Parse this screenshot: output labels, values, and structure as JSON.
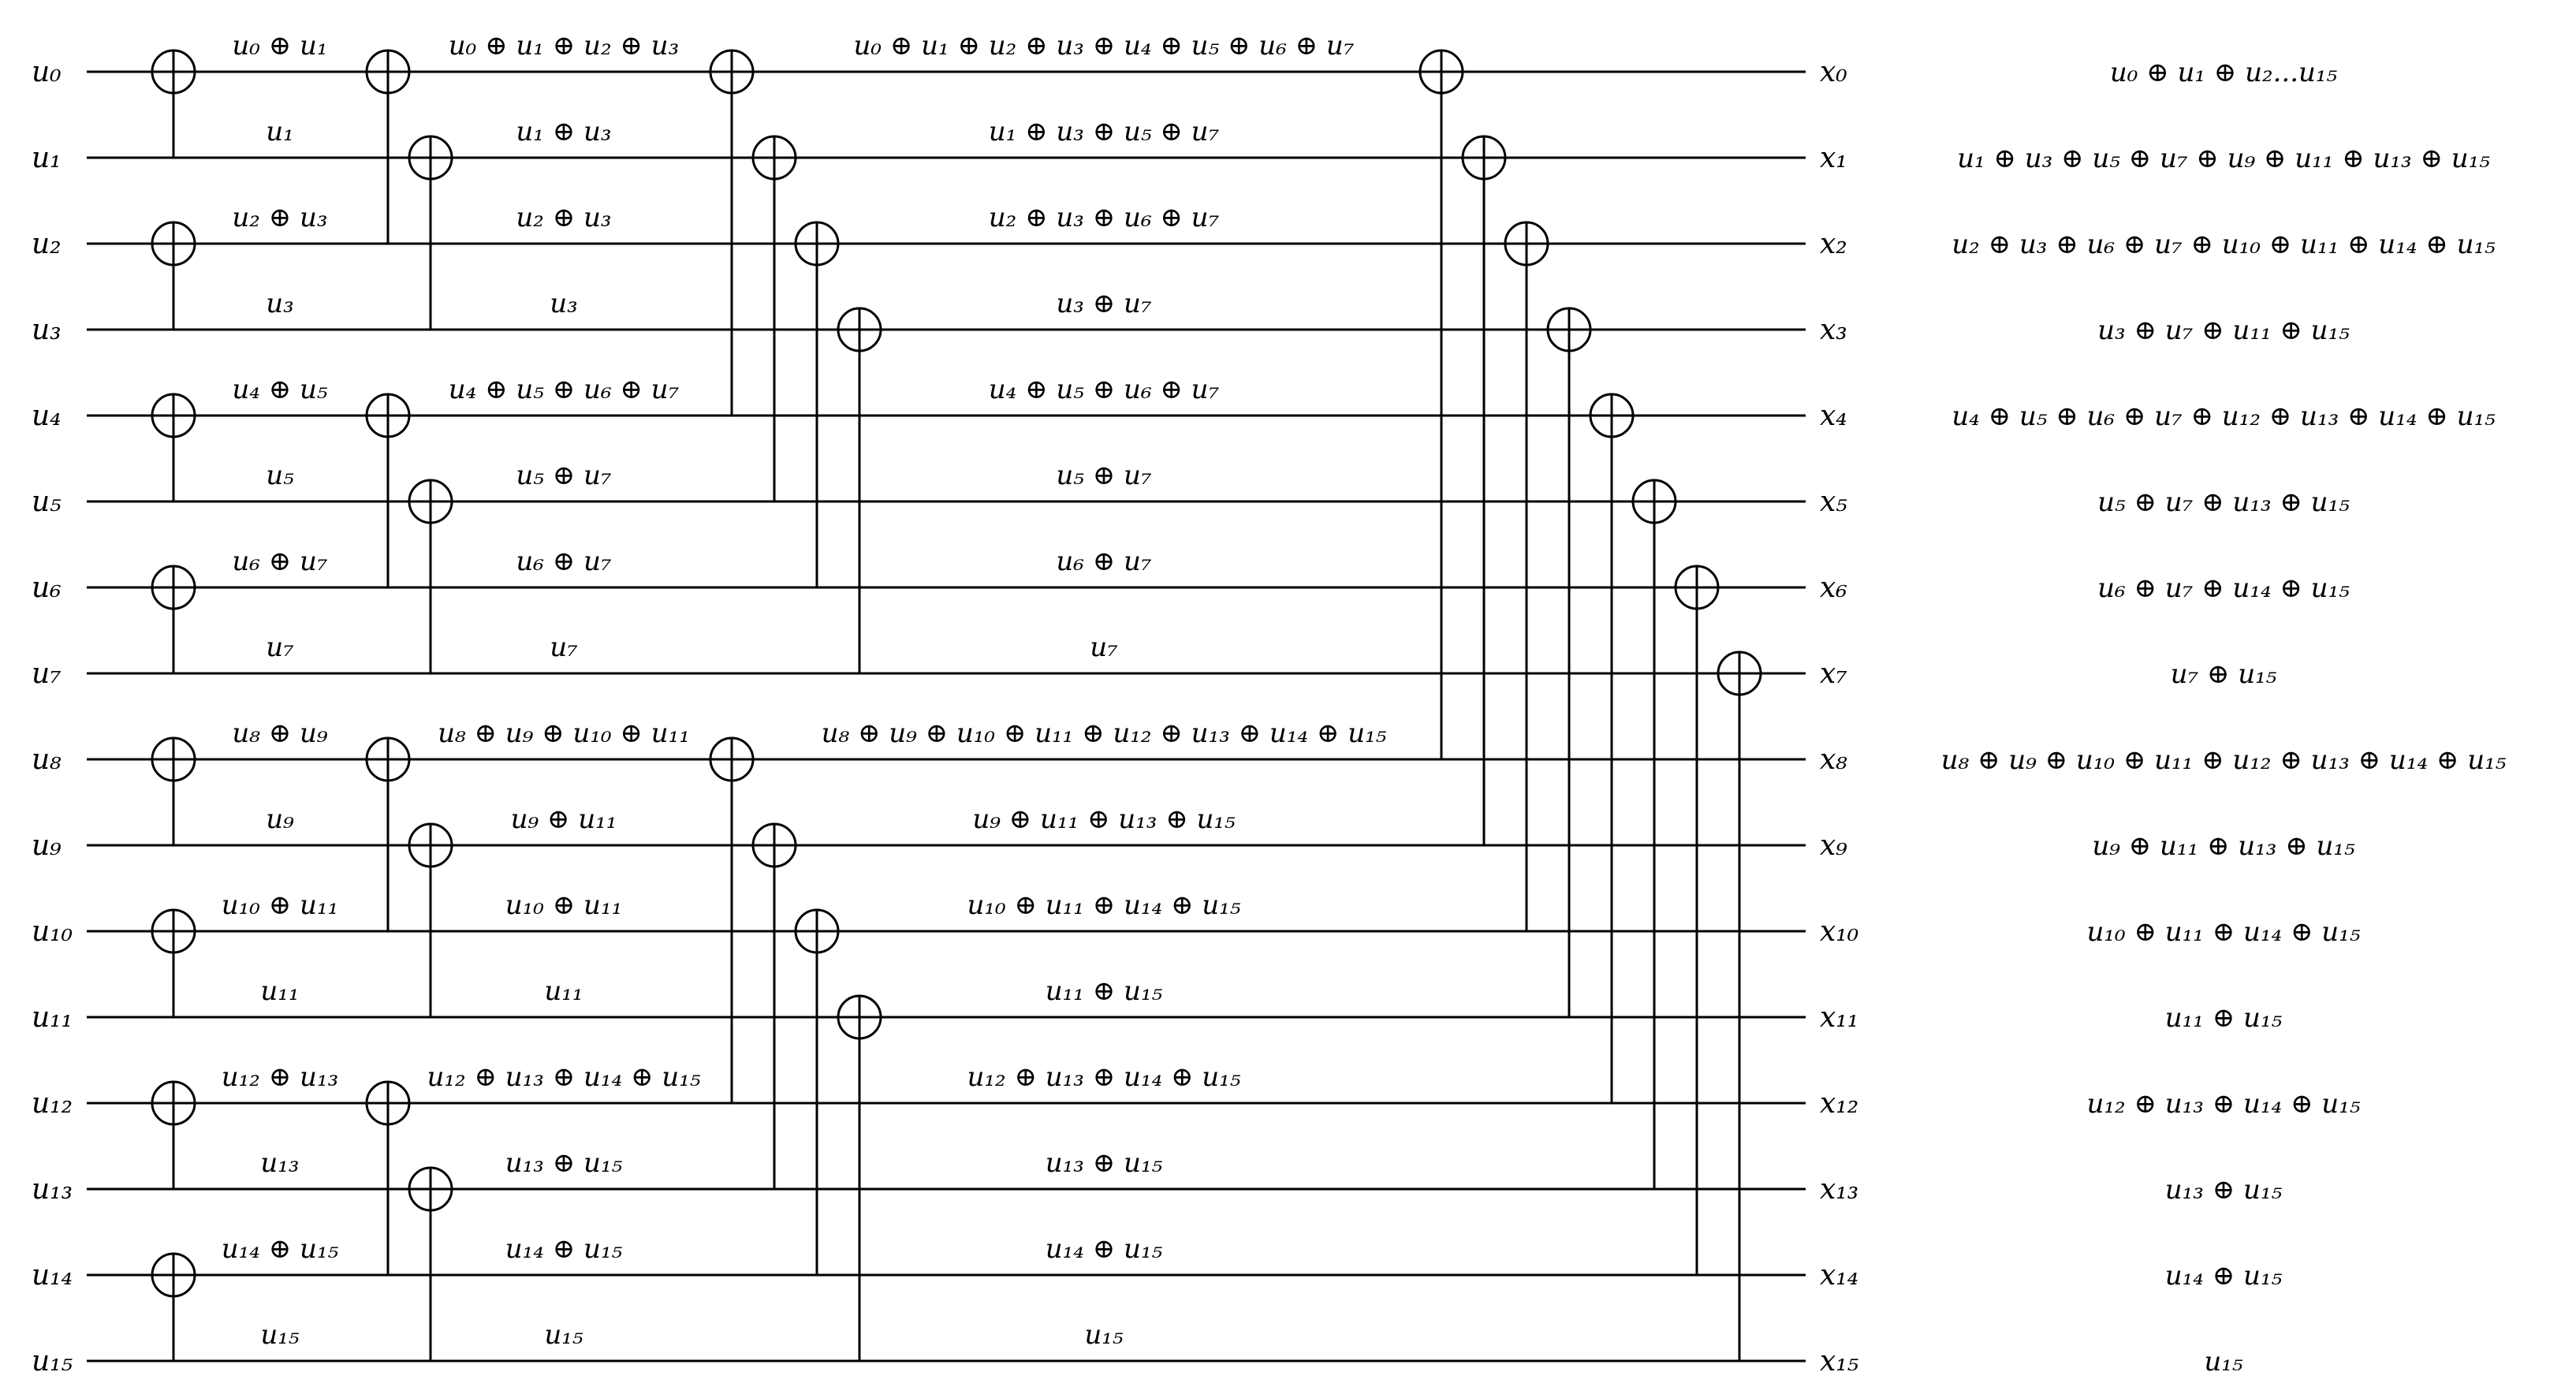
{
  "inputs": [
    "u₀",
    "u₁",
    "u₂",
    "u₃",
    "u₄",
    "u₅",
    "u₆",
    "u₇",
    "u₈",
    "u₉",
    "u₁₀",
    "u₁₁",
    "u₁₂",
    "u₁₃",
    "u₁₄",
    "u₁₅"
  ],
  "outputs": [
    "x₀",
    "x₁",
    "x₂",
    "x₃",
    "x₄",
    "x₅",
    "x₆",
    "x₇",
    "x₈",
    "x₉",
    "x₁₀",
    "x₁₁",
    "x₁₂",
    "x₁₃",
    "x₁₄",
    "x₁₅"
  ],
  "results": [
    "u₀ ⊕ u₁ ⊕ u₂...u₁₅",
    "u₁ ⊕ u₃ ⊕ u₅ ⊕ u₇ ⊕ u₉ ⊕ u₁₁ ⊕ u₁₃ ⊕ u₁₅",
    "u₂ ⊕ u₃ ⊕ u₆ ⊕ u₇ ⊕ u₁₀ ⊕ u₁₁ ⊕ u₁₄ ⊕ u₁₅",
    "u₃ ⊕ u₇ ⊕ u₁₁ ⊕ u₁₅",
    "u₄ ⊕ u₅ ⊕ u₆ ⊕ u₇ ⊕ u₁₂ ⊕ u₁₃ ⊕ u₁₄ ⊕ u₁₅",
    "u₅ ⊕ u₇ ⊕ u₁₃ ⊕ u₁₅",
    "u₆ ⊕ u₇ ⊕ u₁₄ ⊕ u₁₅",
    "u₇ ⊕ u₁₅",
    "u₈ ⊕ u₉ ⊕ u₁₀ ⊕ u₁₁ ⊕ u₁₂ ⊕ u₁₃ ⊕ u₁₄ ⊕ u₁₅",
    "u₉ ⊕ u₁₁ ⊕ u₁₃ ⊕ u₁₅",
    "u₁₀ ⊕ u₁₁ ⊕ u₁₄ ⊕ u₁₅",
    "u₁₁ ⊕ u₁₅",
    "u₁₂ ⊕ u₁₃ ⊕ u₁₄ ⊕ u₁₅",
    "u₁₃ ⊕ u₁₅",
    "u₁₄ ⊕ u₁₅",
    "u₁₅"
  ],
  "stage1": [
    "u₀ ⊕ u₁",
    "u₁",
    "u₂ ⊕ u₃",
    "u₃",
    "u₄ ⊕ u₅",
    "u₅",
    "u₆ ⊕ u₇",
    "u₇",
    "u₈ ⊕ u₉",
    "u₉",
    "u₁₀ ⊕ u₁₁",
    "u₁₁",
    "u₁₂ ⊕ u₁₃",
    "u₁₃",
    "u₁₄ ⊕ u₁₅",
    "u₁₅"
  ],
  "stage2": [
    "u₀ ⊕ u₁ ⊕ u₂ ⊕ u₃",
    "u₁ ⊕ u₃",
    "u₂ ⊕ u₃",
    "u₃",
    "u₄ ⊕ u₅ ⊕ u₆ ⊕ u₇",
    "u₅ ⊕ u₇",
    "u₆ ⊕ u₇",
    "u₇",
    "u₈ ⊕ u₉ ⊕ u₁₀ ⊕ u₁₁",
    "u₉ ⊕ u₁₁",
    "u₁₀ ⊕ u₁₁",
    "u₁₁",
    "u₁₂ ⊕ u₁₃ ⊕ u₁₄ ⊕ u₁₅",
    "u₁₃ ⊕ u₁₅",
    "u₁₄ ⊕ u₁₅",
    "u₁₅"
  ],
  "stage3": [
    "u₀ ⊕ u₁ ⊕ u₂ ⊕ u₃ ⊕ u₄ ⊕ u₅ ⊕ u₆ ⊕ u₇",
    "u₁ ⊕ u₃ ⊕ u₅ ⊕ u₇",
    "u₂ ⊕ u₃ ⊕ u₆ ⊕ u₇",
    "u₃ ⊕ u₇",
    "u₄ ⊕ u₅ ⊕ u₆ ⊕ u₇",
    "u₅ ⊕ u₇",
    "u₆ ⊕ u₇",
    "u₇",
    "u₈ ⊕ u₉ ⊕ u₁₀ ⊕ u₁₁ ⊕ u₁₂ ⊕ u₁₃ ⊕ u₁₄ ⊕ u₁₅",
    "u₉ ⊕ u₁₁ ⊕ u₁₃ ⊕ u₁₅",
    "u₁₀ ⊕ u₁₁ ⊕ u₁₄ ⊕ u₁₅",
    "u₁₁ ⊕ u₁₅",
    "u₁₂ ⊕ u₁₃ ⊕ u₁₄ ⊕ u₁₅",
    "u₁₃ ⊕ u₁₅",
    "u₁₄ ⊕ u₁₅",
    "u₁₅"
  ],
  "xor_gates": [
    {
      "stage": 1,
      "target": 0,
      "control": 1
    },
    {
      "stage": 1,
      "target": 2,
      "control": 3
    },
    {
      "stage": 1,
      "target": 4,
      "control": 5
    },
    {
      "stage": 1,
      "target": 6,
      "control": 7
    },
    {
      "stage": 1,
      "target": 8,
      "control": 9
    },
    {
      "stage": 1,
      "target": 10,
      "control": 11
    },
    {
      "stage": 1,
      "target": 12,
      "control": 13
    },
    {
      "stage": 1,
      "target": 14,
      "control": 15
    },
    {
      "stage": 2,
      "target": 0,
      "control": 2
    },
    {
      "stage": 2,
      "target": 1,
      "control": 3
    },
    {
      "stage": 2,
      "target": 4,
      "control": 6
    },
    {
      "stage": 2,
      "target": 5,
      "control": 7
    },
    {
      "stage": 2,
      "target": 8,
      "control": 10
    },
    {
      "stage": 2,
      "target": 9,
      "control": 11
    },
    {
      "stage": 2,
      "target": 12,
      "control": 14
    },
    {
      "stage": 2,
      "target": 13,
      "control": 15
    },
    {
      "stage": 3,
      "target": 0,
      "control": 4
    },
    {
      "stage": 3,
      "target": 1,
      "control": 5
    },
    {
      "stage": 3,
      "target": 2,
      "control": 6
    },
    {
      "stage": 3,
      "target": 3,
      "control": 7
    },
    {
      "stage": 3,
      "target": 8,
      "control": 12
    },
    {
      "stage": 3,
      "target": 9,
      "control": 13
    },
    {
      "stage": 3,
      "target": 10,
      "control": 14
    },
    {
      "stage": 3,
      "target": 11,
      "control": 15
    },
    {
      "stage": 4,
      "target": 0,
      "control": 8
    },
    {
      "stage": 4,
      "target": 1,
      "control": 9
    },
    {
      "stage": 4,
      "target": 2,
      "control": 10
    },
    {
      "stage": 4,
      "target": 3,
      "control": 11
    },
    {
      "stage": 4,
      "target": 4,
      "control": 12
    },
    {
      "stage": 4,
      "target": 5,
      "control": 13
    },
    {
      "stage": 4,
      "target": 6,
      "control": 14
    },
    {
      "stage": 4,
      "target": 7,
      "control": 15
    }
  ]
}
